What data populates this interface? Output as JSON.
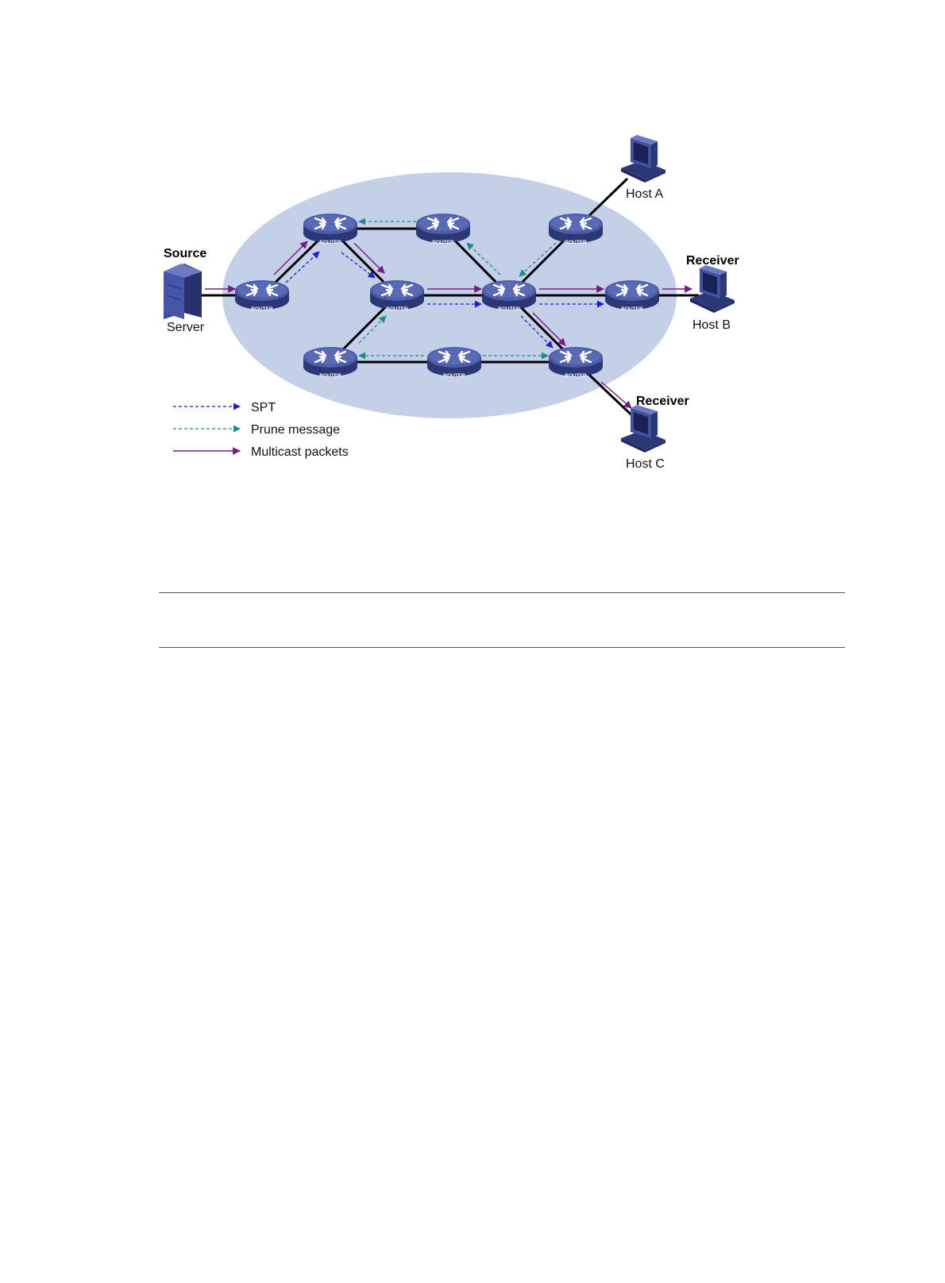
{
  "routers": {
    "label": "ROUTER"
  },
  "source": {
    "title": "Source",
    "device": "Server"
  },
  "host_a": {
    "label": "Host A"
  },
  "host_b": {
    "role": "Receiver",
    "label": "Host B"
  },
  "host_c": {
    "role": "Receiver",
    "label": "Host C"
  },
  "legend": {
    "items": [
      {
        "label": "SPT",
        "style": "dashed",
        "color": "#1f1fd6"
      },
      {
        "label": "Prune message",
        "style": "dashed",
        "color": "#1a8c8c"
      },
      {
        "label": "Multicast packets",
        "style": "solid",
        "color": "#7a1a80"
      }
    ]
  },
  "colors": {
    "cloud": "#c4cfe8",
    "router_top": "#4d5ca8",
    "router_side": "#2c3775",
    "host": "#4152a0",
    "link": "#000000"
  }
}
